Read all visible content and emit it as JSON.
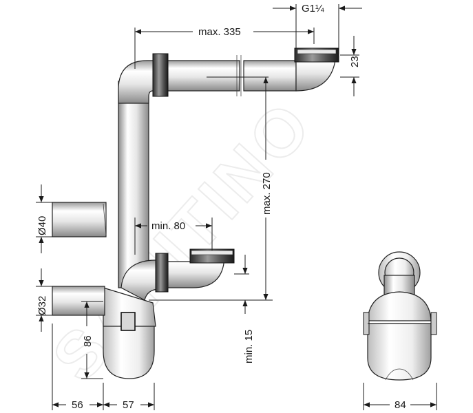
{
  "dimensions": {
    "top_width": "max. 335",
    "thread": "G1¼",
    "flange_height": "23",
    "height_max": "max. 270",
    "offset_min": "min. 80",
    "pipe_d40": "Ø40",
    "pipe_d32": "Ø32",
    "trap_height": "86",
    "depth_min": "min. 15",
    "width_56": "56",
    "width_57": "57",
    "side_width": "84"
  },
  "watermark": "SANITINO",
  "colors": {
    "line": "#1a1a1a",
    "watermark": "#ececec"
  }
}
